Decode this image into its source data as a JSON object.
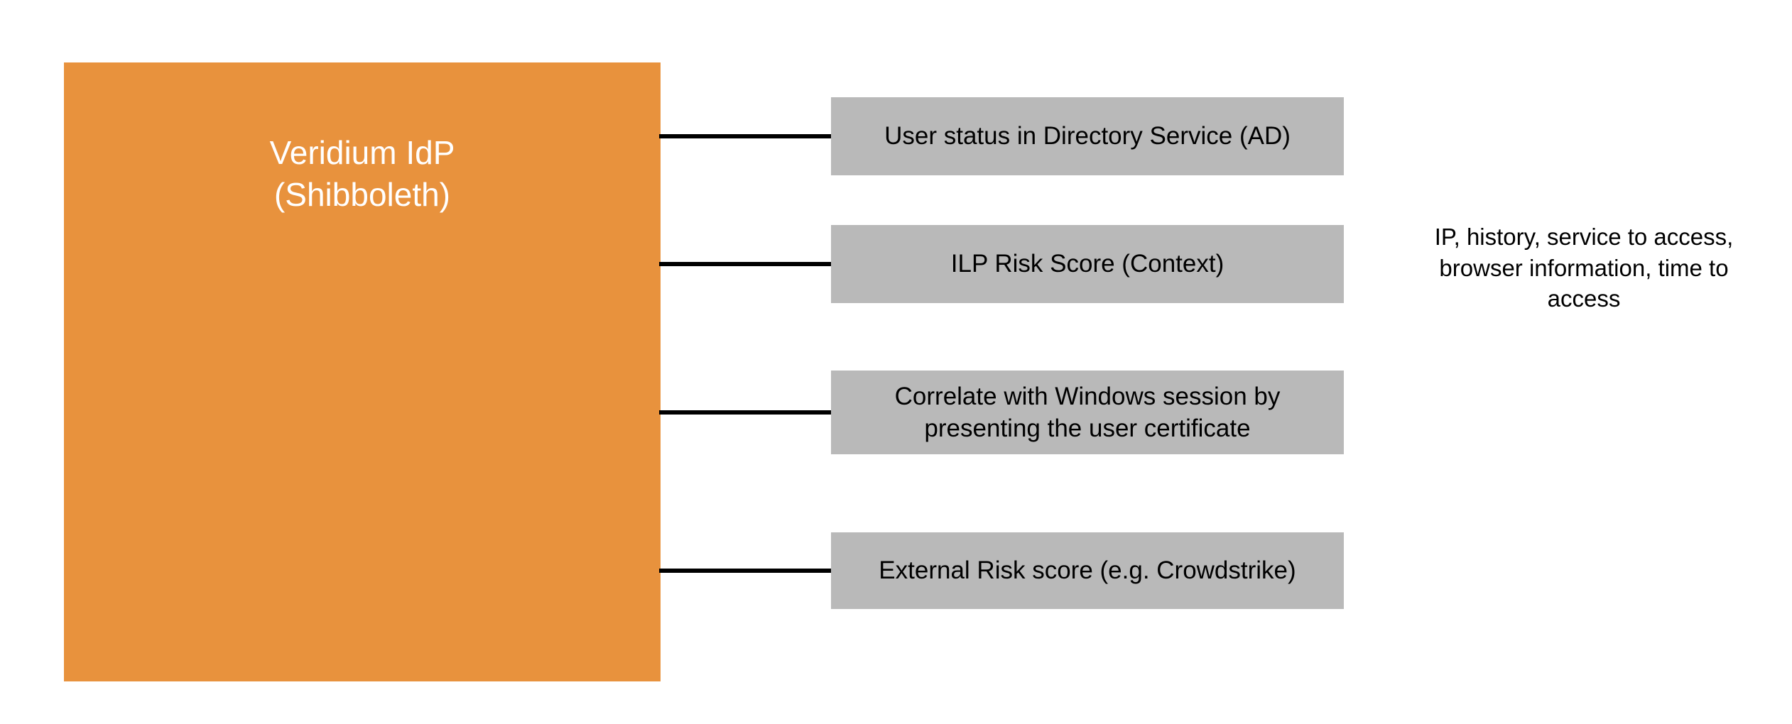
{
  "diagram": {
    "idp": {
      "label": "Veridium IdP\n(Shibboleth)"
    },
    "items": [
      {
        "label": "User status in Directory Service (AD)"
      },
      {
        "label": "ILP Risk Score (Context)"
      },
      {
        "label": "Correlate with Windows session by presenting the user certificate"
      },
      {
        "label": "External Risk score (e.g. Crowdstrike)"
      }
    ],
    "annotation": "IP, history, service to access, browser information, time to access"
  },
  "colors": {
    "idp-fill": "#E8923D",
    "node-fill": "#B9B9B9",
    "connector": "#000000",
    "idp-text": "#FFFFFF",
    "node-text": "#000000",
    "background": "#FFFFFF"
  }
}
